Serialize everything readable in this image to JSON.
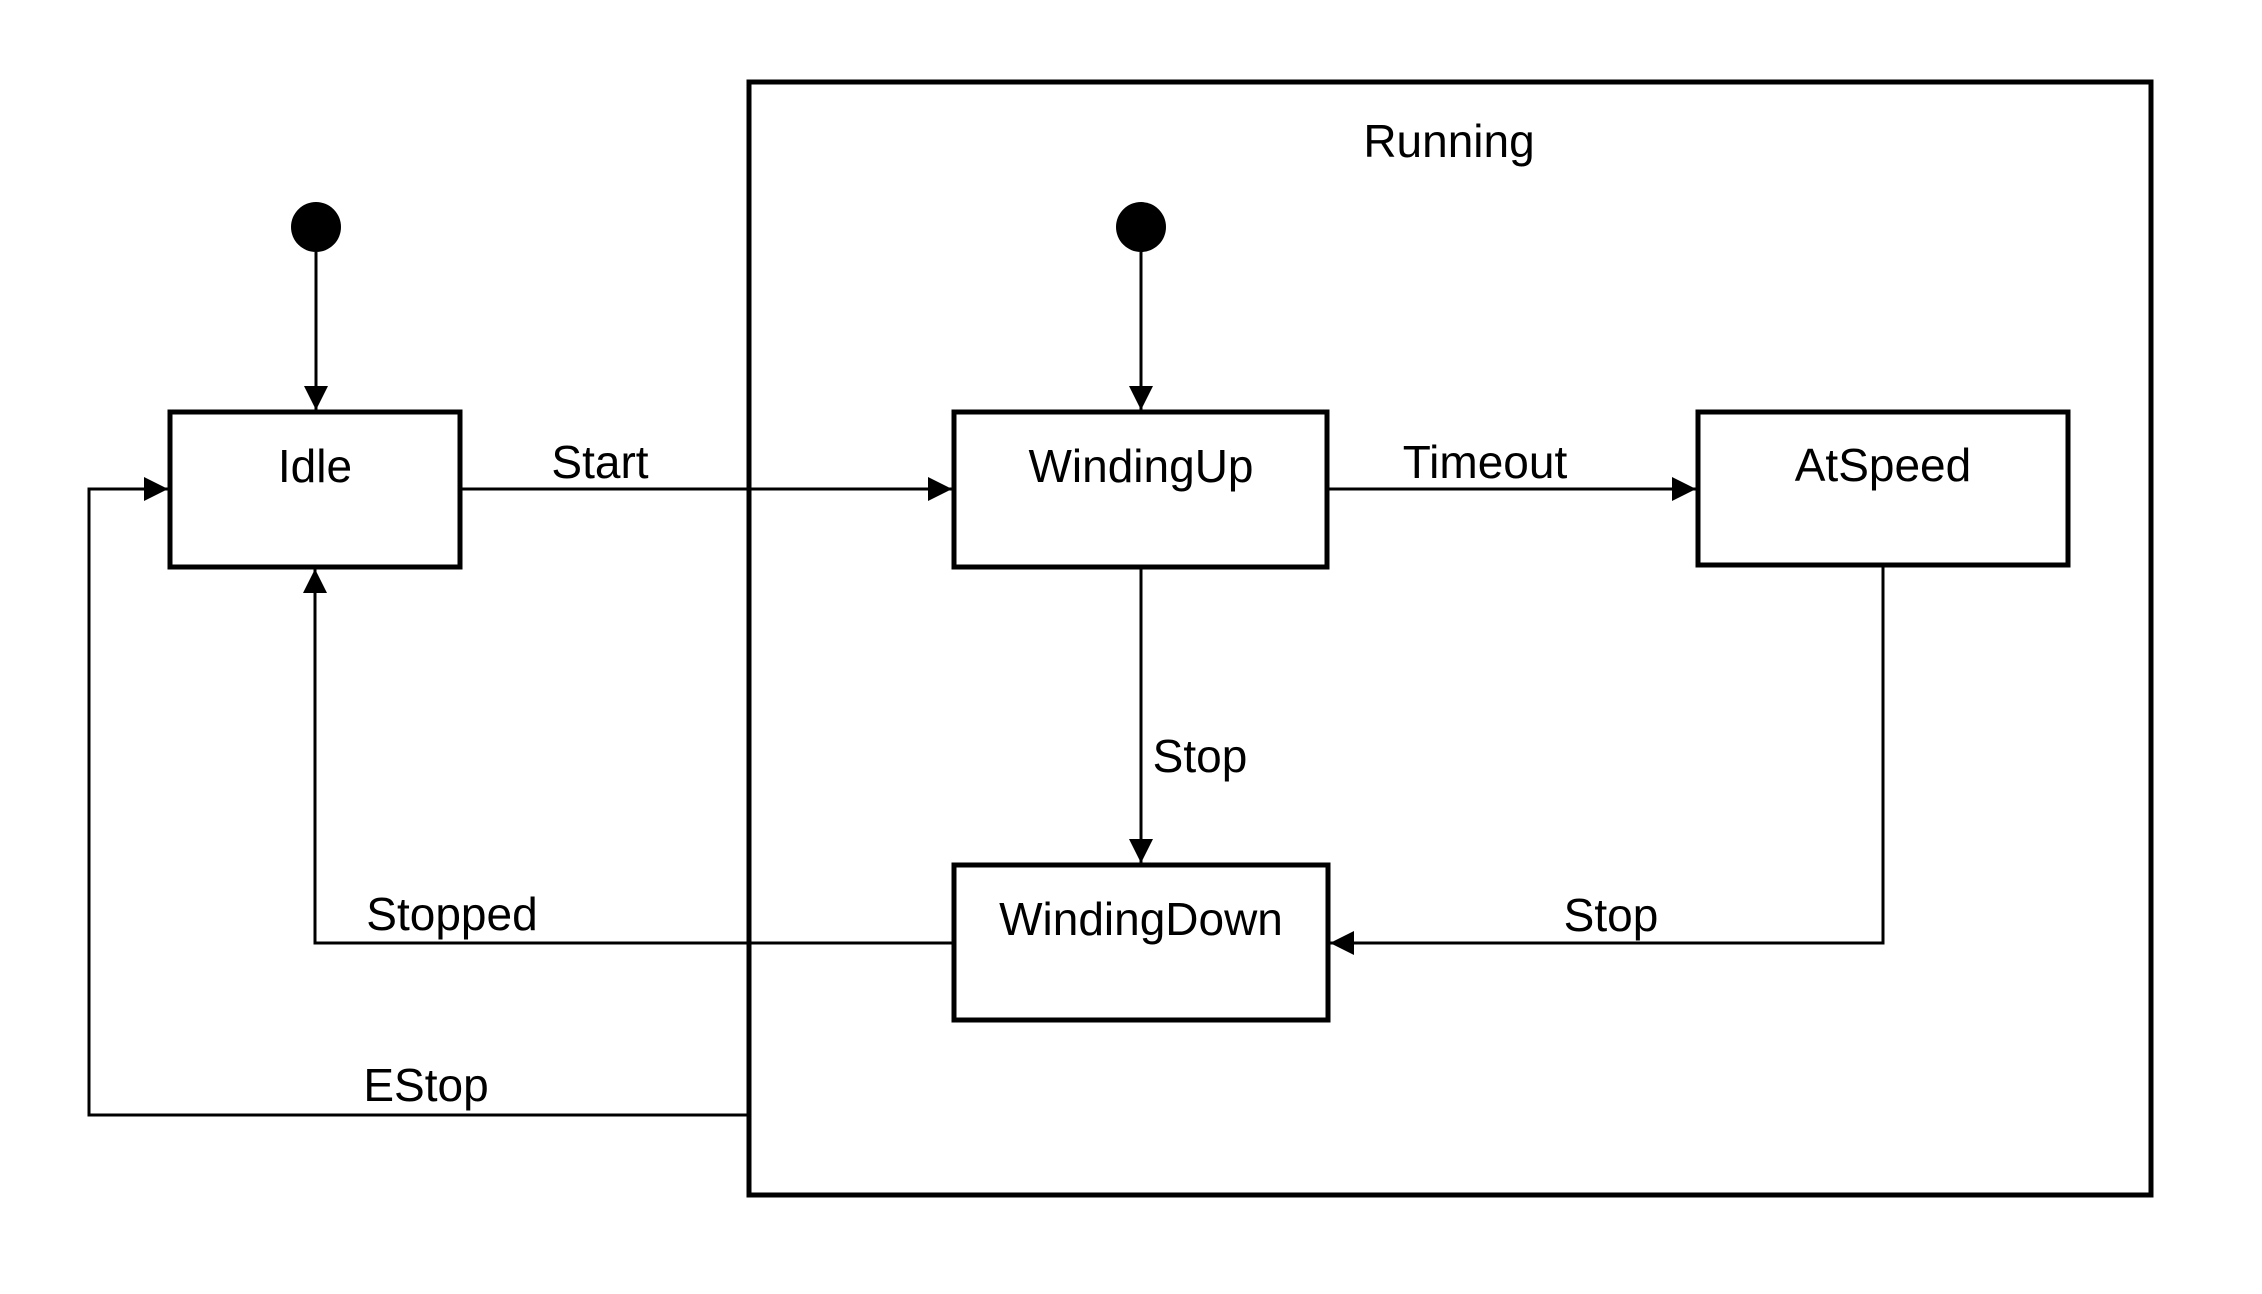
{
  "diagram": {
    "composite": {
      "label": "Running"
    },
    "states": {
      "idle": {
        "label": "Idle"
      },
      "windingUp": {
        "label": "WindingUp"
      },
      "atSpeed": {
        "label": "AtSpeed"
      },
      "windingDown": {
        "label": "WindingDown"
      }
    },
    "transitions": {
      "start": {
        "label": "Start"
      },
      "timeout": {
        "label": "Timeout"
      },
      "stopFromWindingUp": {
        "label": "Stop"
      },
      "stopFromAtSpeed": {
        "label": "Stop"
      },
      "stopped": {
        "label": "Stopped"
      },
      "estop": {
        "label": "EStop"
      }
    },
    "colors": {
      "stroke": "#000000",
      "background": "#ffffff"
    }
  }
}
